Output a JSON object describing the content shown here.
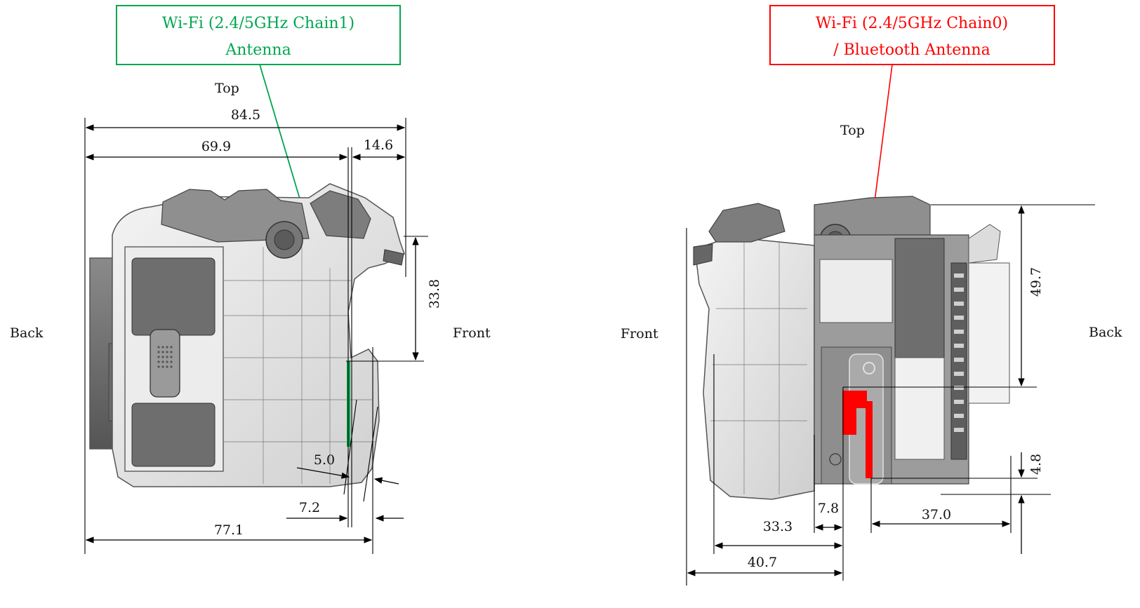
{
  "left_view": {
    "callout_line1": "Wi-Fi (2.4/5GHz Chain1)",
    "callout_line2": "Antenna",
    "callout_color": "#00a651",
    "top_label": "Top",
    "back_label": "Back",
    "front_label": "Front",
    "dims": {
      "d_84_5": "84.5",
      "d_69_9": "69.9",
      "d_14_6": "14.6",
      "d_33_8": "33.8",
      "d_5_0": "5.0",
      "d_7_2": "7.2",
      "d_77_1": "77.1"
    }
  },
  "right_view": {
    "callout_line1": "Wi-Fi (2.4/5GHz Chain0)",
    "callout_line2": "/ Bluetooth Antenna",
    "callout_color": "#ff0000",
    "top_label": "Top",
    "front_label": "Front",
    "back_label": "Back",
    "dims": {
      "d_49_7": "49.7",
      "d_4_8": "4.8",
      "d_7_8": "7.8",
      "d_37_0": "37.0",
      "d_33_3": "33.3",
      "d_40_7": "40.7"
    }
  }
}
